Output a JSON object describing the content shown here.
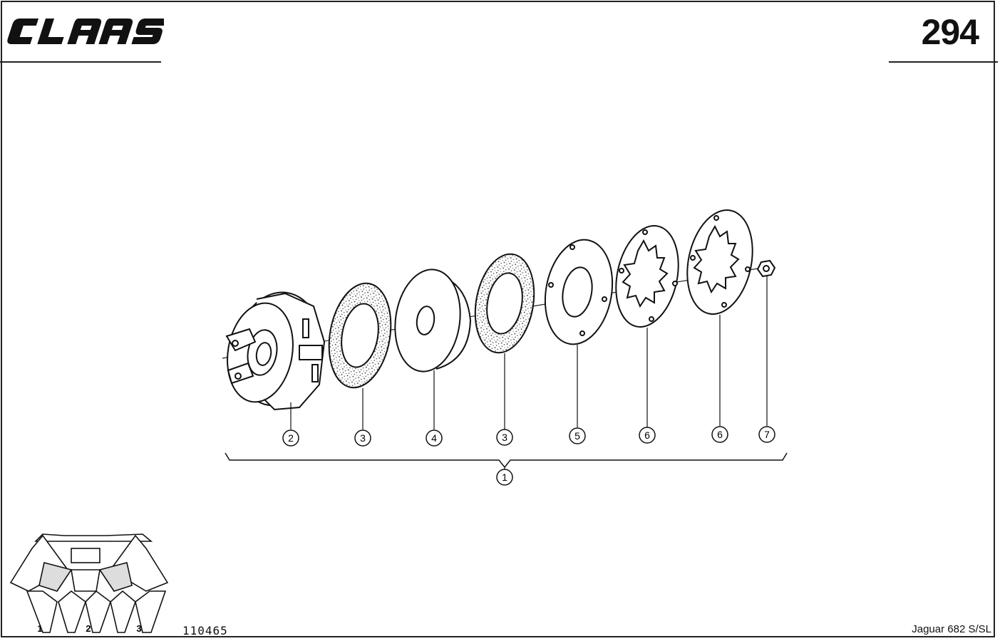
{
  "header": {
    "brand": "CLAAS",
    "page_number": "294"
  },
  "diagram": {
    "callouts": [
      {
        "id": "part-2",
        "label": "2"
      },
      {
        "id": "part-3a",
        "label": "3"
      },
      {
        "id": "part-4",
        "label": "4"
      },
      {
        "id": "part-3b",
        "label": "3"
      },
      {
        "id": "part-5",
        "label": "5"
      },
      {
        "id": "part-6a",
        "label": "6"
      },
      {
        "id": "part-6b",
        "label": "6"
      },
      {
        "id": "part-7",
        "label": "7"
      },
      {
        "id": "assembly-1",
        "label": "1"
      }
    ],
    "locator": {
      "positions": [
        "1",
        "2",
        "3"
      ]
    }
  },
  "footer": {
    "drawing_number": "110465",
    "model": "Jaguar 682 S/SL"
  }
}
